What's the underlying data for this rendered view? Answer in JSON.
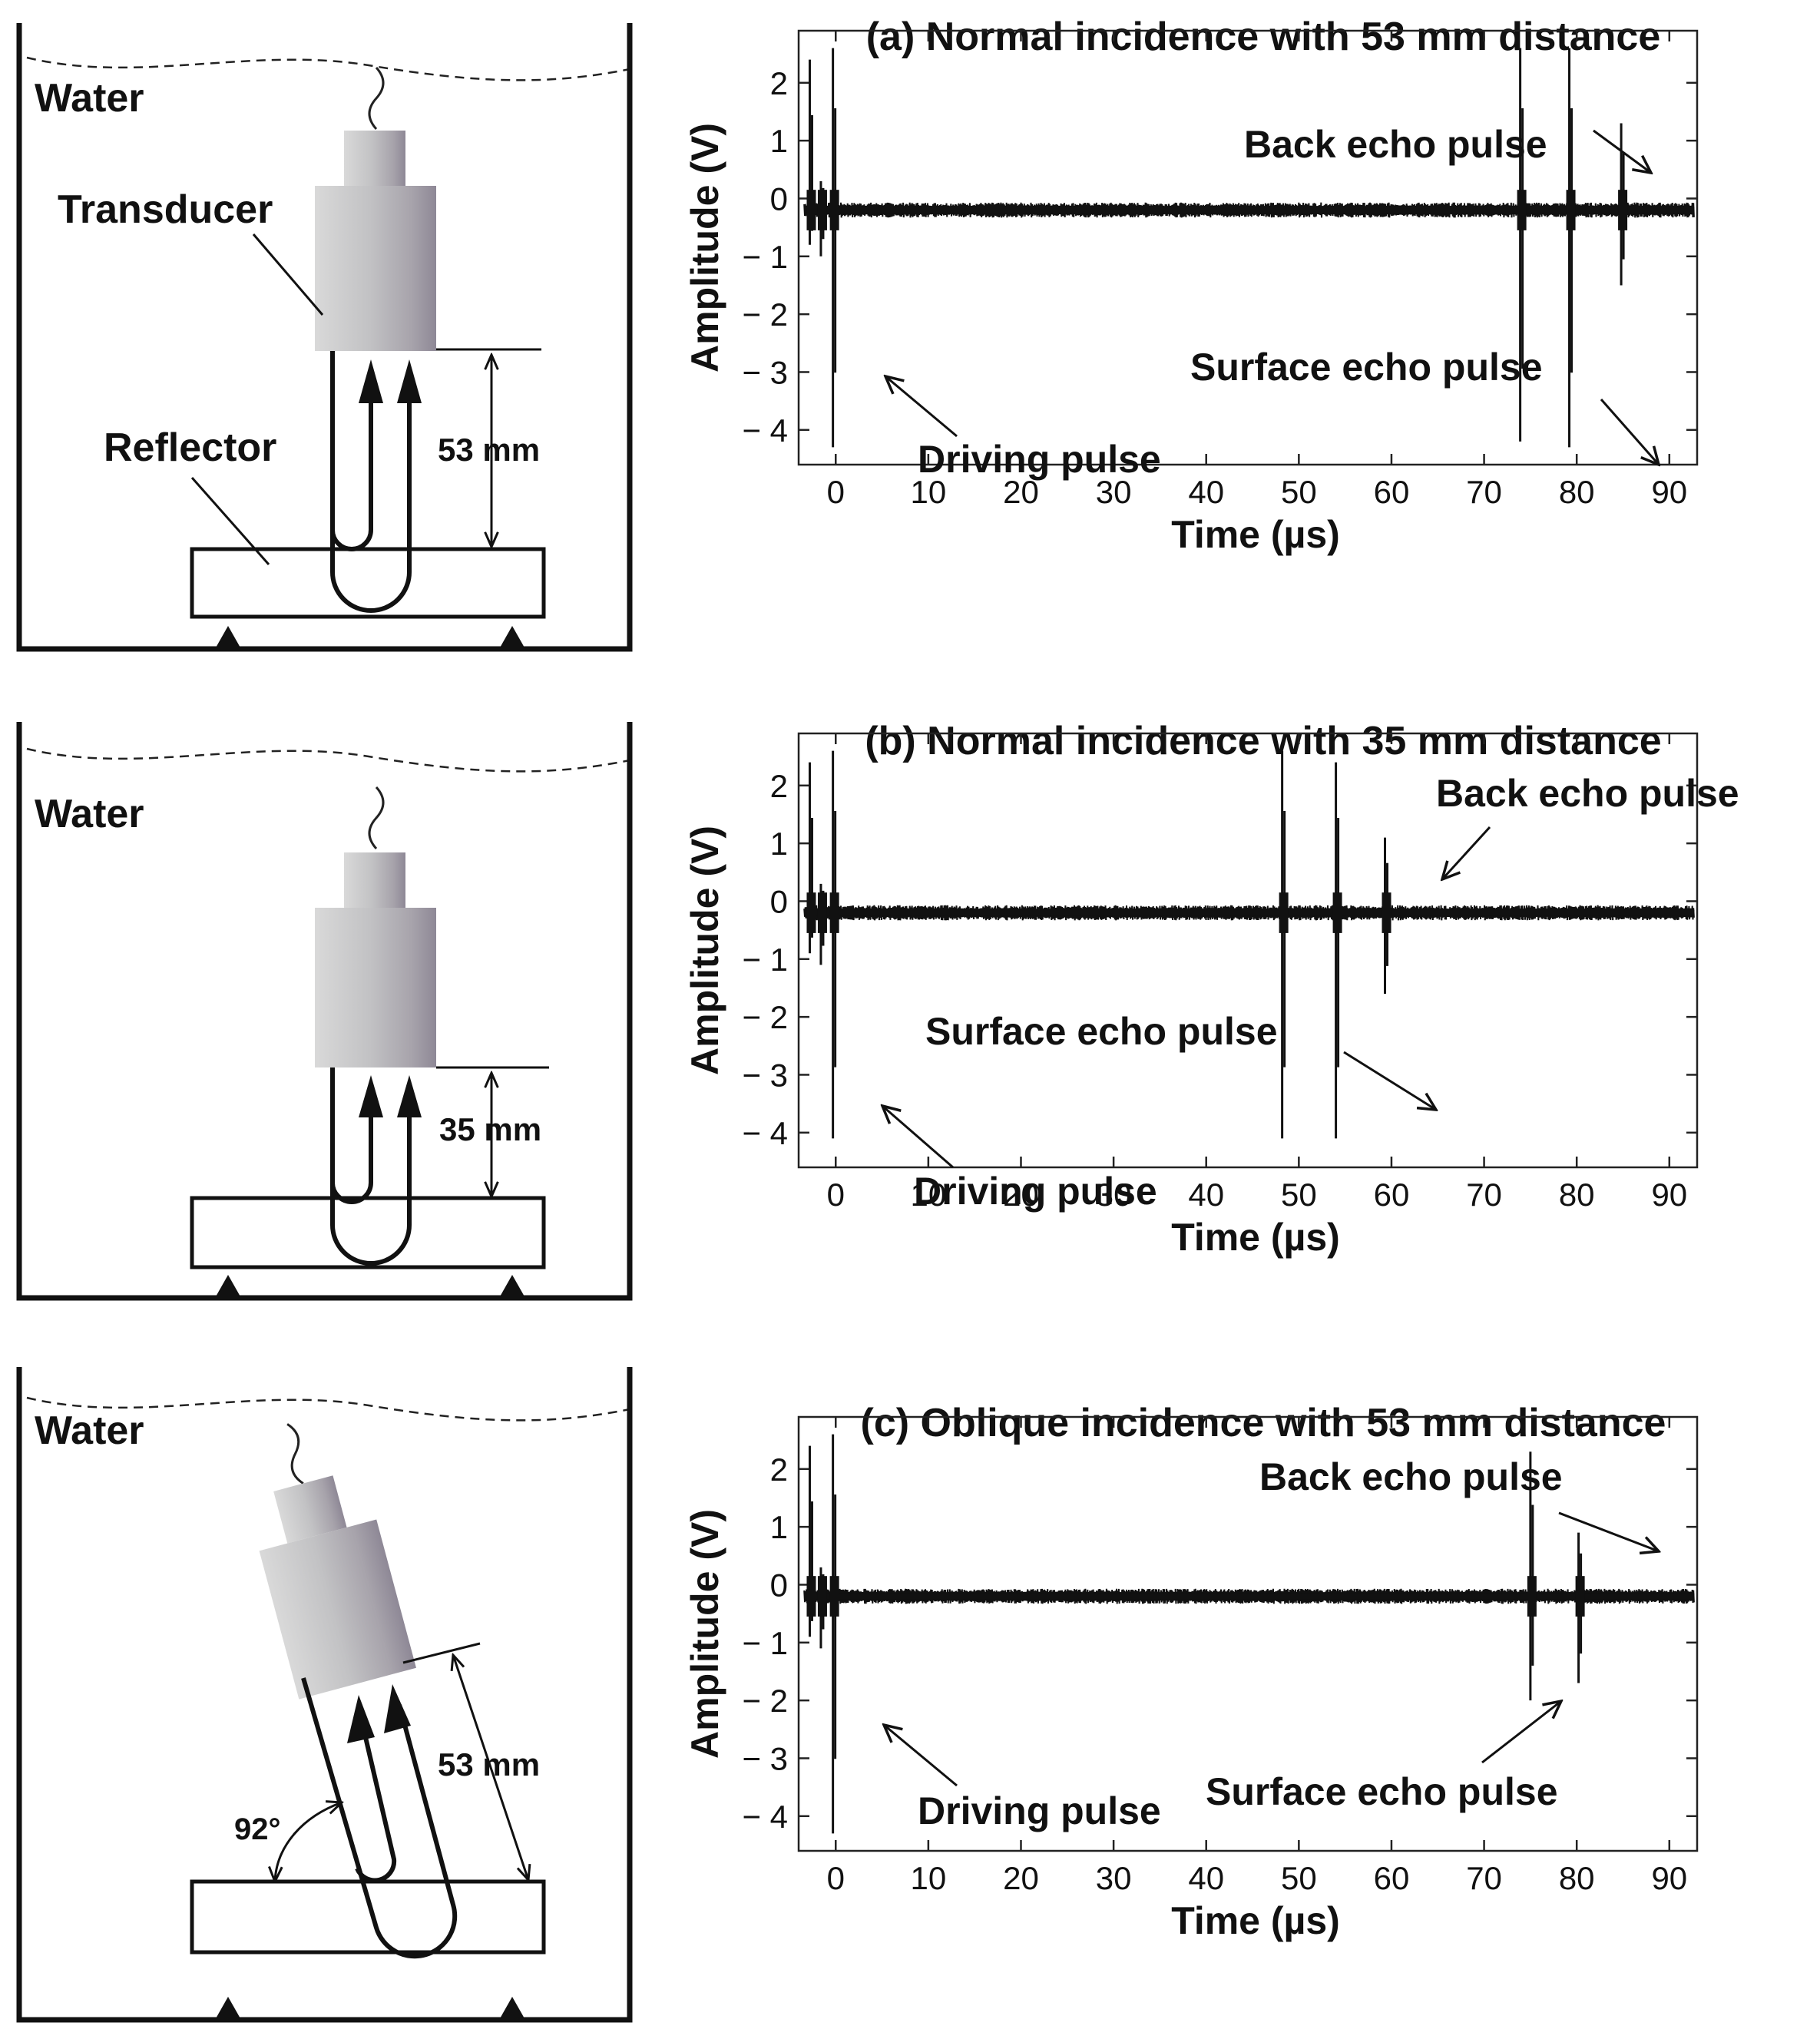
{
  "diagram": {
    "water_label": "Water",
    "transducer_label": "Transducer",
    "reflector_label": "Reflector",
    "angle_label": "92°"
  },
  "panels": [
    {
      "distance_label": "53 mm",
      "tilted": false,
      "chart_data": {
        "type": "line",
        "title": "(a) Normal incidence with 53 mm distance",
        "xlabel": "Time (µs)",
        "ylabel": "Amplitude (V)",
        "xlim": [
          -4,
          93
        ],
        "ylim": [
          -4.6,
          2.9
        ],
        "xticks": [
          0,
          10,
          20,
          30,
          40,
          50,
          60,
          70,
          80,
          90
        ],
        "yticks": [
          2,
          1,
          0,
          -1,
          -2,
          -3,
          -4
        ],
        "ytick_labels": [
          "2",
          "1",
          "0",
          "− 1",
          "− 2",
          "− 3",
          "− 4"
        ],
        "baseline": -0.2,
        "pulses": [
          {
            "x": -2.8,
            "max": 2.4,
            "min": -0.8
          },
          {
            "x": -1.6,
            "max": 0.3,
            "min": -1.0
          },
          {
            "x": -0.3,
            "max": 2.6,
            "min": -4.3
          },
          {
            "x": 73.9,
            "max": 2.6,
            "min": -4.2
          },
          {
            "x": 79.2,
            "max": 2.6,
            "min": -4.3
          },
          {
            "x": 84.8,
            "max": 1.3,
            "min": -1.5
          }
        ],
        "annotations": [
          {
            "text": "Back echo pulse"
          },
          {
            "text": "Surface echo pulse"
          },
          {
            "text": "Driving  pulse"
          }
        ]
      }
    },
    {
      "distance_label": "35 mm",
      "tilted": false,
      "chart_data": {
        "type": "line",
        "title": "(b) Normal incidence with 35 mm distance",
        "xlabel": "Time (µs)",
        "ylabel": "Amplitude (V)",
        "xlim": [
          -4,
          93
        ],
        "ylim": [
          -4.6,
          2.9
        ],
        "xticks": [
          0,
          10,
          20,
          30,
          40,
          50,
          60,
          70,
          80,
          90
        ],
        "yticks": [
          2,
          1,
          0,
          -1,
          -2,
          -3,
          -4
        ],
        "ytick_labels": [
          "2",
          "1",
          "0",
          "− 1",
          "− 2",
          "− 3",
          "− 4"
        ],
        "baseline": -0.2,
        "pulses": [
          {
            "x": -2.8,
            "max": 2.4,
            "min": -0.9
          },
          {
            "x": -1.6,
            "max": 0.3,
            "min": -1.1
          },
          {
            "x": -0.3,
            "max": 2.6,
            "min": -4.1
          },
          {
            "x": 48.2,
            "max": 2.6,
            "min": -4.1
          },
          {
            "x": 54.0,
            "max": 2.4,
            "min": -4.1
          },
          {
            "x": 59.3,
            "max": 1.1,
            "min": -1.6
          }
        ],
        "annotations": [
          {
            "text": "Back echo pulse"
          },
          {
            "text": "Surface echo pulse"
          },
          {
            "text": "Driving  pulse"
          }
        ]
      }
    },
    {
      "distance_label": "53 mm",
      "tilted": true,
      "chart_data": {
        "type": "line",
        "title": "(c) Oblique incidence with 53 mm distance",
        "xlabel": "Time (µs)",
        "ylabel": "Amplitude (V)",
        "xlim": [
          -4,
          93
        ],
        "ylim": [
          -4.6,
          2.9
        ],
        "xticks": [
          0,
          10,
          20,
          30,
          40,
          50,
          60,
          70,
          80,
          90
        ],
        "yticks": [
          2,
          1,
          0,
          -1,
          -2,
          -3,
          -4
        ],
        "ytick_labels": [
          "2",
          "1",
          "0",
          "− 1",
          "− 2",
          "− 3",
          "− 4"
        ],
        "baseline": -0.2,
        "pulses": [
          {
            "x": -2.8,
            "max": 2.4,
            "min": -0.9
          },
          {
            "x": -1.6,
            "max": 0.3,
            "min": -1.1
          },
          {
            "x": -0.3,
            "max": 2.6,
            "min": -4.3
          },
          {
            "x": 75.0,
            "max": 2.3,
            "min": -2.0
          },
          {
            "x": 80.2,
            "max": 0.9,
            "min": -1.7
          }
        ],
        "annotations": [
          {
            "text": "Back echo pulse"
          },
          {
            "text": "Surface echo pulse"
          },
          {
            "text": "Driving  pulse"
          }
        ]
      }
    }
  ]
}
